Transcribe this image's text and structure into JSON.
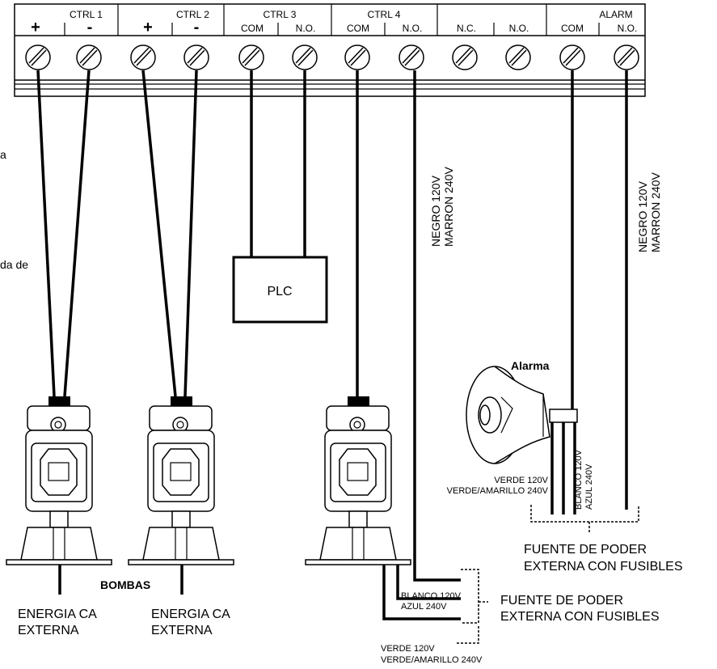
{
  "terminal_block": {
    "groups": [
      {
        "label": "CTRL 1",
        "sub": [
          "+",
          "-"
        ]
      },
      {
        "label": "CTRL 2",
        "sub": [
          "+",
          "-"
        ]
      },
      {
        "label": "CTRL 3",
        "sub": [
          "COM",
          "N.O."
        ]
      },
      {
        "label": "CTRL 4",
        "sub": [
          "COM",
          "N.O."
        ]
      },
      {
        "label": "",
        "sub": [
          "N.C.",
          "N.O."
        ]
      },
      {
        "label": "ALARM",
        "sub": [
          "COM",
          "N.O."
        ]
      }
    ]
  },
  "left_fragments": [
    "a",
    "da de"
  ],
  "plc_label": "PLC",
  "alarm_label": "Alarma",
  "pumps_label": "BOMBAS",
  "energy_label_line1": "ENERGIA CA",
  "energy_label_line2": "EXTERNA",
  "ctrl4_wire_label": [
    "NEGRO 120V",
    "MARRON 240V"
  ],
  "alarm_wire_label": [
    "NEGRO 120V",
    "MARRON 240V"
  ],
  "alarm_blanco_label": [
    "BLANCO 120V",
    "AZUL 240V"
  ],
  "alarm_verde_label": [
    "VERDE 120V",
    "VERDE/AMARILLO 240V"
  ],
  "alarm_fuse_label": [
    "FUENTE DE PODER",
    "EXTERNA CON FUSIBLES"
  ],
  "pump3_blanco_label": [
    "BLANCO 120V",
    "AZUL 240V"
  ],
  "pump3_verde_label": [
    "VERDE 120V",
    "VERDE/AMARILLO 240V"
  ],
  "pump3_fuse_label": [
    "FUENTE DE PODER",
    "EXTERNA CON FUSIBLES"
  ]
}
